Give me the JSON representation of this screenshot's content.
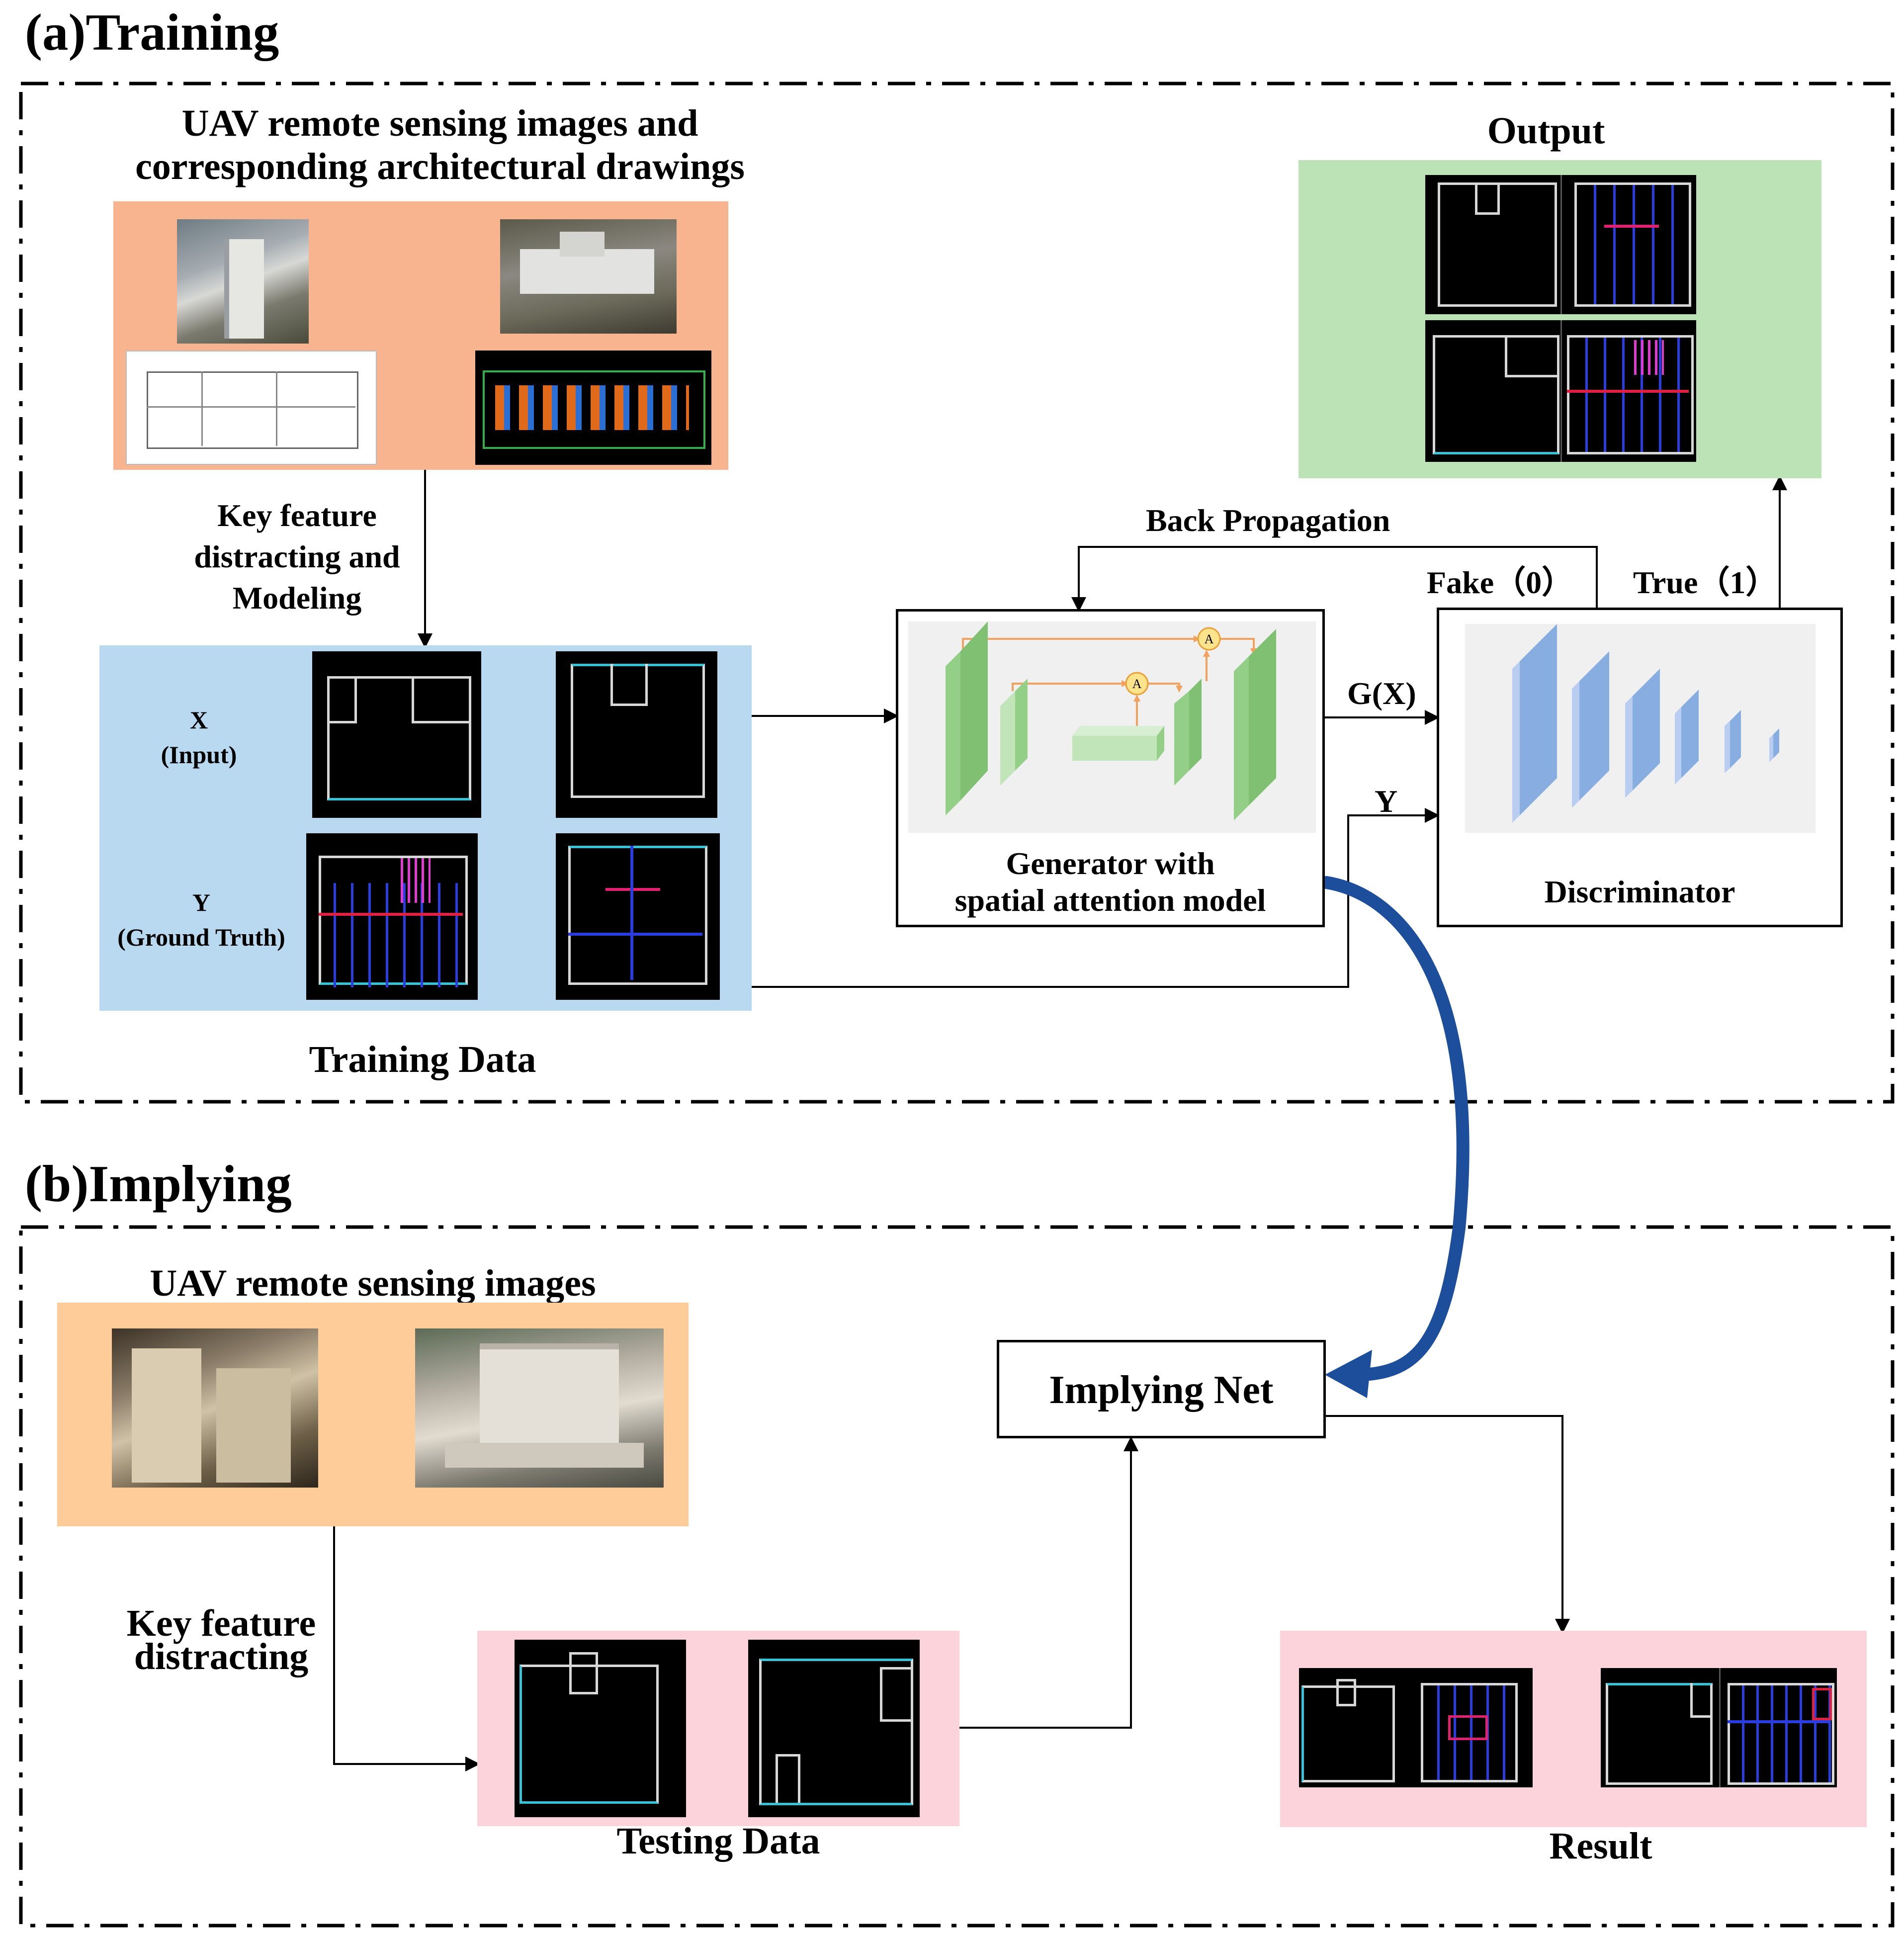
{
  "training": {
    "section_title": "(a)Training",
    "source_title_line1": "UAV remote sensing images and",
    "source_title_line2": "corresponding architectural drawings",
    "extract_label_line1": "Key feature",
    "extract_label_line2": "distracting and",
    "extract_label_line3": "Modeling",
    "x_label_line1": "X",
    "x_label_line2": "(Input)",
    "y_label_line1": "Y",
    "y_label_line2": "(Ground Truth)",
    "training_data_label": "Training Data",
    "generator_label_line1": "Generator with",
    "generator_label_line2": "spatial attention model",
    "attention_symbol": "A",
    "discriminator_label": "Discriminator",
    "gx_label": "G(X)",
    "y_arrow_label": "Y",
    "back_propagation_label": "Back Propagation",
    "fake_label": "Fake（0）",
    "true_label": "True（1）",
    "output_label": "Output"
  },
  "implying": {
    "section_title": "(b)Implying",
    "source_title": "UAV remote sensing images",
    "extract_label_line1": "Key feature",
    "extract_label_line2": "distracting",
    "testing_data_label": "Testing Data",
    "net_label": "Implying Net",
    "result_label": "Result"
  },
  "colors": {
    "orange_panel": "#f8b48f",
    "blue_panel": "#b8d9f0",
    "green_panel": "#bce3b6",
    "peach_panel": "#fdcc98",
    "pink_panel": "#fcd3da",
    "generator_layer": "#93cf86",
    "discriminator_layer": "#88ade0",
    "curve_arrow": "#1c4e9c"
  }
}
